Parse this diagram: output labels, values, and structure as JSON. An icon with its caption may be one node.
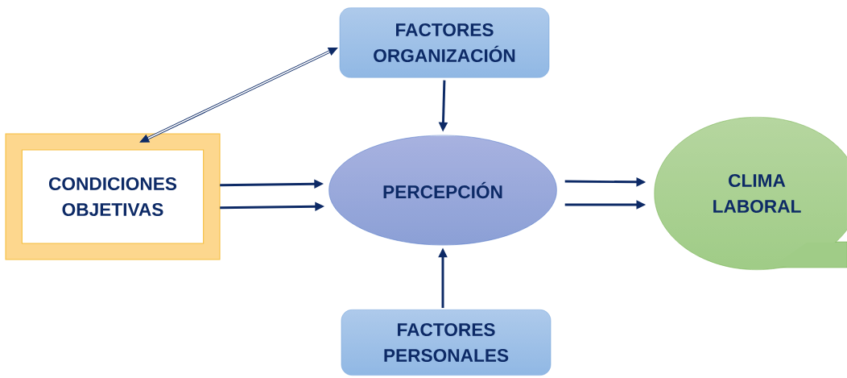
{
  "diagram": {
    "nodes": [
      {
        "text": [
          "FACTORES ORGANIZACIÓN"
        ]
      },
      {
        "text": [
          "CONDICIONES OBJETIVAS"
        ]
      },
      {
        "text": [
          "PERCEPCIÓN"
        ]
      },
      {
        "text": [
          "CLIMA LABORAL"
        ]
      },
      {
        "text": [
          "FACTORES PERSONALES"
        ]
      }
    ],
    "edges": [
      {
        "from": 0,
        "to": 1,
        "arrow": "both"
      },
      {
        "from": 0,
        "to": 2,
        "arrow": "to"
      },
      {
        "from": 1,
        "to": 2,
        "arrow": "to"
      },
      {
        "from": 1,
        "to": 2,
        "arrow": "to"
      },
      {
        "from": 2,
        "to": 3,
        "arrow": "to"
      },
      {
        "from": 2,
        "to": 3,
        "arrow": "to"
      },
      {
        "from": 4,
        "to": 2,
        "arrow": "to"
      }
    ]
  }
}
